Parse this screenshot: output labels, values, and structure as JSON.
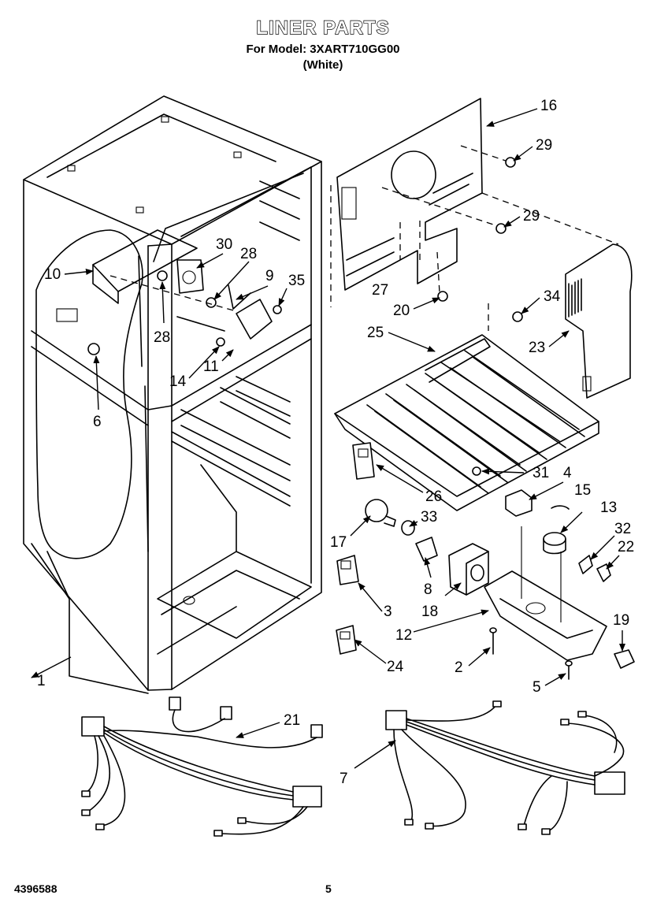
{
  "header": {
    "title": "LINER PARTS",
    "model_line": "For Model: 3XART710GG00",
    "color_line": "(White)"
  },
  "footer": {
    "doc_number": "4396588",
    "page_number": "5"
  },
  "callouts": [
    {
      "id": "1",
      "label": "1"
    },
    {
      "id": "2",
      "label": "2"
    },
    {
      "id": "3",
      "label": "3"
    },
    {
      "id": "4",
      "label": "4"
    },
    {
      "id": "5",
      "label": "5"
    },
    {
      "id": "6",
      "label": "6"
    },
    {
      "id": "7",
      "label": "7"
    },
    {
      "id": "8",
      "label": "8"
    },
    {
      "id": "9",
      "label": "9"
    },
    {
      "id": "10",
      "label": "10"
    },
    {
      "id": "11",
      "label": "11"
    },
    {
      "id": "12",
      "label": "12"
    },
    {
      "id": "13",
      "label": "13"
    },
    {
      "id": "14",
      "label": "14"
    },
    {
      "id": "15",
      "label": "15"
    },
    {
      "id": "16",
      "label": "16"
    },
    {
      "id": "17",
      "label": "17"
    },
    {
      "id": "18",
      "label": "18"
    },
    {
      "id": "19",
      "label": "19"
    },
    {
      "id": "20",
      "label": "20"
    },
    {
      "id": "21",
      "label": "21"
    },
    {
      "id": "22",
      "label": "22"
    },
    {
      "id": "23",
      "label": "23"
    },
    {
      "id": "24",
      "label": "24"
    },
    {
      "id": "25",
      "label": "25"
    },
    {
      "id": "26",
      "label": "26"
    },
    {
      "id": "27",
      "label": "27"
    },
    {
      "id": "28a",
      "label": "28"
    },
    {
      "id": "28b",
      "label": "28"
    },
    {
      "id": "29a",
      "label": "29"
    },
    {
      "id": "29b",
      "label": "29"
    },
    {
      "id": "30",
      "label": "30"
    },
    {
      "id": "31",
      "label": "31"
    },
    {
      "id": "32",
      "label": "32"
    },
    {
      "id": "33",
      "label": "33"
    },
    {
      "id": "34",
      "label": "34"
    },
    {
      "id": "35",
      "label": "35"
    }
  ]
}
